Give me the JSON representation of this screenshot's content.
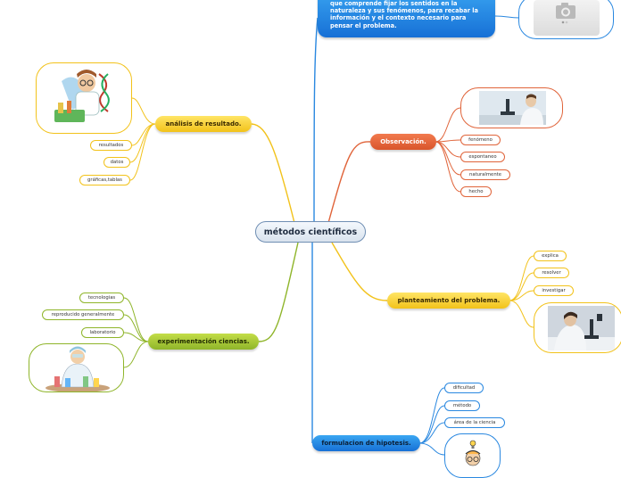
{
  "central": "métodos científicos",
  "top_note": "que comprende fijar los sentidos en la naturaleza y sus fenómenos, para recabar la información y el contexto necesario para pensar el problema.",
  "branches": {
    "analisis": {
      "label": "análisis de resultado.",
      "leaves": [
        "resultados",
        "datos",
        "gráficas,tablas"
      ],
      "color": "#f2c21a"
    },
    "observacion": {
      "label": "Observación.",
      "leaves": [
        "fenómeno",
        "espontaneo",
        "naturalmente",
        "hecho"
      ],
      "color": "#e0643a"
    },
    "planteamiento": {
      "label": "planteamiento del problema.",
      "leaves": [
        "explica",
        "resolver",
        "investigar"
      ],
      "color": "#f2c21a"
    },
    "experimentacion": {
      "label": "experimentación ciencias.",
      "leaves": [
        "tecnologias",
        "reproducido generalmente",
        "laboratorio"
      ],
      "color": "#8fb52a"
    },
    "formulacion": {
      "label": "formulacion de hipotesis.",
      "leaves": [
        "dificultad",
        "método",
        "área de la ciencia"
      ],
      "color": "#2a88e0"
    }
  },
  "icons": {
    "scientist": "scientist-illustration-icon",
    "camera": "camera-placeholder-icon",
    "bulb": "lightbulb-icon"
  }
}
